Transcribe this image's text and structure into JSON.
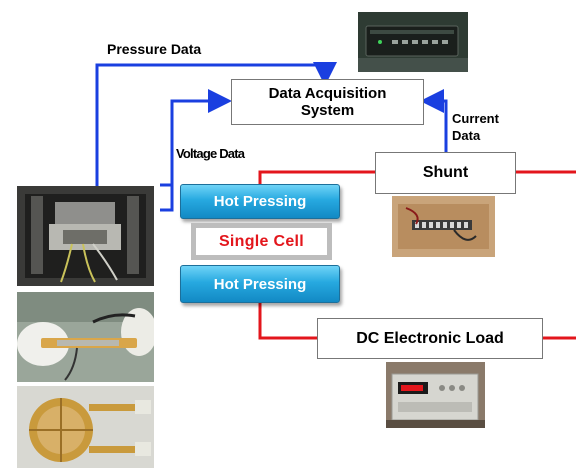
{
  "labels": {
    "pressure_data": "Pressure Data",
    "voltage_data": "Voltage Data",
    "current_data_line1": "Current",
    "current_data_line2": "Data"
  },
  "boxes": {
    "daq_line1": "Data Acquisition",
    "daq_line2": "System",
    "shunt": "Shunt",
    "dc_load": "DC Electronic Load",
    "hot_pressing_top": "Hot Pressing",
    "hot_pressing_bottom": "Hot Pressing",
    "single_cell": "Single Cell"
  },
  "colors": {
    "data_line": "#1a3fe0",
    "power_line": "#e3161c",
    "single_cell_text": "#e3161c",
    "hot_pressing": "#27a9e0"
  }
}
